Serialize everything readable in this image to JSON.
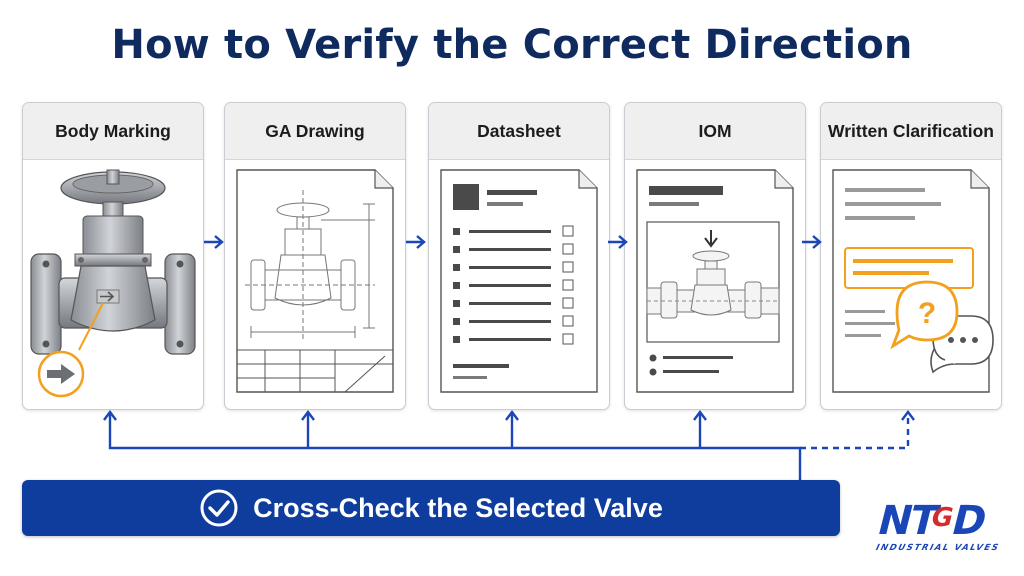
{
  "title": "How to Verify the Correct Direction",
  "steps": [
    {
      "label": "Body Marking",
      "icon": "valve-body-icon"
    },
    {
      "label": "GA Drawing",
      "icon": "ga-drawing-icon"
    },
    {
      "label": "Datasheet",
      "icon": "datasheet-icon"
    },
    {
      "label": "IOM",
      "icon": "iom-manual-icon"
    },
    {
      "label": "Written Clarification",
      "icon": "written-clarification-icon"
    }
  ],
  "banner": {
    "label": "Cross-Check the Selected Valve",
    "icon": "check-circle-icon"
  },
  "logo": {
    "brand": "NTGD",
    "tagline": "INDUSTRIAL VALVES"
  },
  "colors": {
    "title": "#0f2a5e",
    "accent_blue": "#1a46b8",
    "banner": "#0f3d9e",
    "highlight_orange": "#f2a01e",
    "logo_red": "#d62b2b"
  }
}
